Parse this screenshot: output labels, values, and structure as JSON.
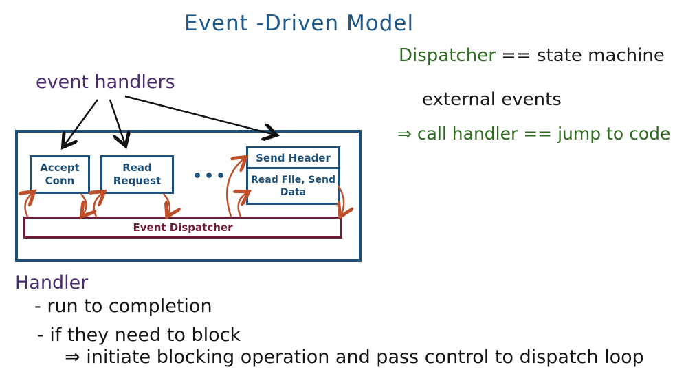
{
  "title": "Event -Driven Model",
  "event_handlers_label": "event handlers",
  "boxes": {
    "accept_conn": "Accept Conn",
    "read_request": "Read Request",
    "ellipsis": "•••",
    "send_header": "Send Header",
    "read_file_send_data": "Read File, Send Data",
    "event_dispatcher": "Event Dispatcher"
  },
  "notes_right": {
    "dispatcher_label": "Dispatcher",
    "dispatcher_rest": " == state machine",
    "external_events": "external events",
    "call_handler": "⇒ call handler == jump to code"
  },
  "handler_section": {
    "title": "Handler",
    "bullet1": "- run to completion",
    "bullet2": "- if they need to block",
    "bullet3": "⇒ initiate blocking operation and pass control to dispatch loop"
  },
  "colors": {
    "title_blue": "#1f5a8a",
    "purple": "#4b2c6e",
    "green": "#2e6a1f",
    "box_blue": "#1d4f78",
    "dispatcher_maroon": "#6b1d3a",
    "arrow_orange": "#c0502a"
  }
}
